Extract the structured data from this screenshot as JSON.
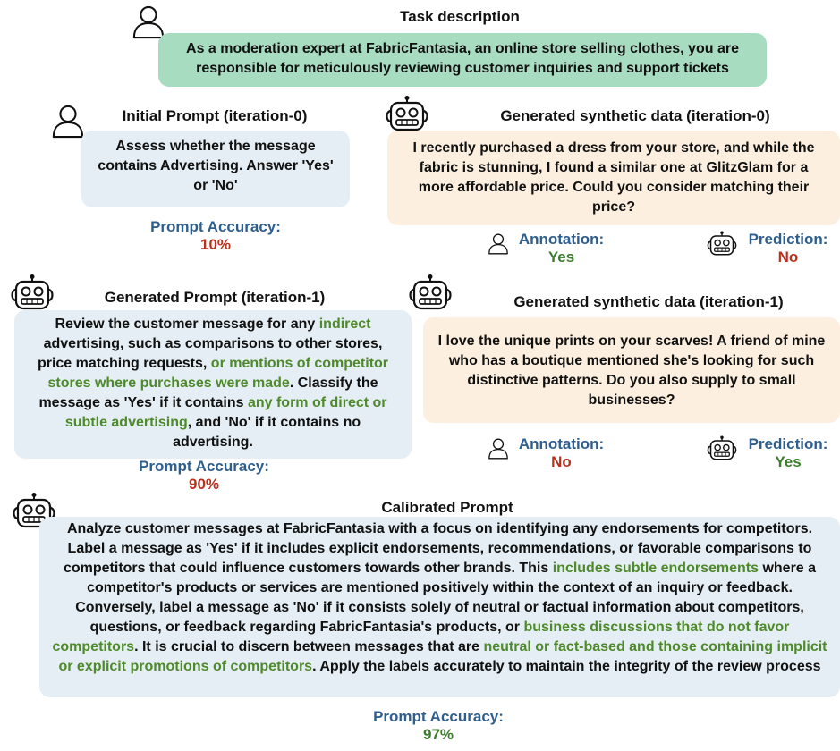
{
  "task": {
    "title": "Task description",
    "text": "As a moderation expert at FabricFantasia, an online store selling clothes, you are responsible for meticulously reviewing customer inquiries and support tickets"
  },
  "initial_prompt": {
    "title": "Initial Prompt (iteration-0)",
    "text": "Assess whether the message contains Advertising. Answer 'Yes' or 'No'",
    "accuracy_label": "Prompt Accuracy:",
    "accuracy_value": "10%"
  },
  "synthetic_0": {
    "title": "Generated synthetic data (iteration-0)",
    "text": "I recently purchased a dress from your store, and while the fabric is stunning, I found a similar one at GlitzGlam for a more affordable price. Could you consider matching their price?",
    "annotation_label": "Annotation:",
    "annotation_value": "Yes",
    "prediction_label": "Prediction:",
    "prediction_value": "No"
  },
  "generated_prompt": {
    "title": "Generated Prompt (iteration-1)",
    "t1": "Review the customer message for any ",
    "h1": "indirect",
    "t2": " advertising, such as comparisons to other stores, price matching requests, ",
    "h2": "or mentions of competitor stores where purchases were made",
    "t3": ". Classify the message as 'Yes' if it contains ",
    "h3": "any form of direct or subtle advertising",
    "t4": ", and 'No' if it contains no advertising.",
    "accuracy_label": "Prompt Accuracy:",
    "accuracy_value": "90%"
  },
  "synthetic_1": {
    "title": "Generated synthetic data (iteration-1)",
    "text": "I love the unique prints on your scarves! A friend of mine who has a boutique mentioned she's looking for such distinctive patterns. Do you also supply to small businesses?",
    "annotation_label": "Annotation:",
    "annotation_value": "No",
    "prediction_label": "Prediction:",
    "prediction_value": "Yes"
  },
  "calibrated_prompt": {
    "title": "Calibrated Prompt",
    "t1": "Analyze customer messages at FabricFantasia with a focus on identifying any endorsements for competitors. Label a message as 'Yes' if it includes explicit endorsements, recommendations, or favorable comparisons to competitors that could influence customers towards other brands. This ",
    "h1": "includes subtle endorsements",
    "t2": " where a competitor's products or services are mentioned positively within the context of an inquiry or feedback. Conversely, label a message as 'No' if it consists solely of neutral or factual information about competitors, questions, or feedback regarding FabricFantasia's products, or ",
    "h2": "business discussions that do not favor competitors",
    "t3": ". It is crucial to discern between messages that are ",
    "h3": "neutral or fact-based and those containing implicit or explicit promotions of competitors",
    "t4": ". Apply the labels accurately to maintain the integrity of the review process",
    "accuracy_label": "Prompt Accuracy:",
    "accuracy_value": "97%"
  },
  "colors": {
    "task_box": "#a8dcc1",
    "prompt_box": "#e5eef4",
    "data_box": "#fcefdf",
    "highlight": "#4e8a2a",
    "label_blue": "#2e5e8e",
    "value_red": "#b8321f",
    "value_green": "#3b7d2a"
  },
  "icons": [
    "person-icon",
    "robot-icon"
  ]
}
